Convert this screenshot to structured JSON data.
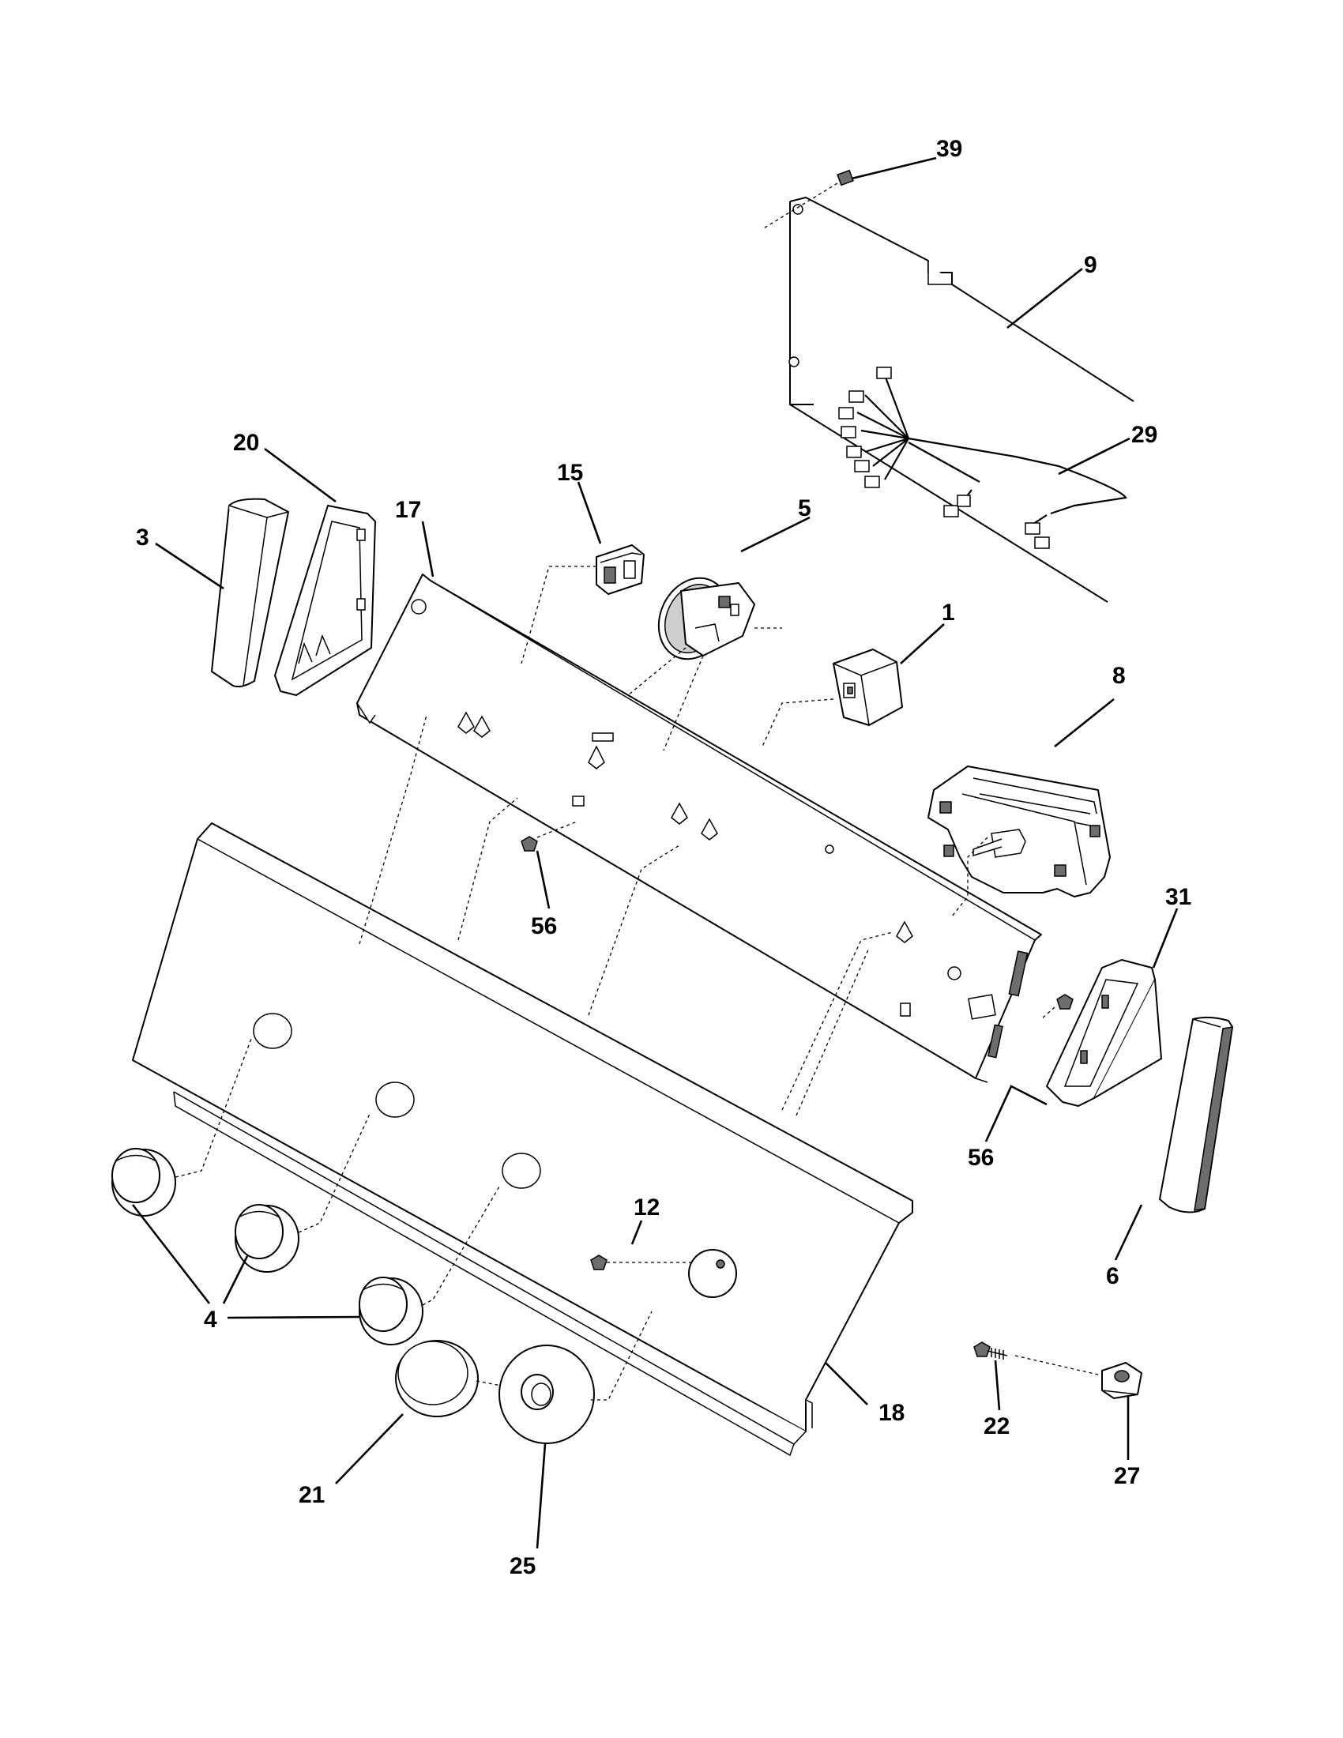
{
  "callouts": {
    "c39": "39",
    "c9": "9",
    "c29": "29",
    "c20": "20",
    "c3": "3",
    "c17": "17",
    "c15": "15",
    "c5": "5",
    "c1": "1",
    "c8": "8",
    "c56a": "56",
    "c31": "31",
    "c56b": "56",
    "c6": "6",
    "c12": "12",
    "c4": "4",
    "c18": "18",
    "c22": "22",
    "c27": "27",
    "c21": "21",
    "c25": "25"
  }
}
